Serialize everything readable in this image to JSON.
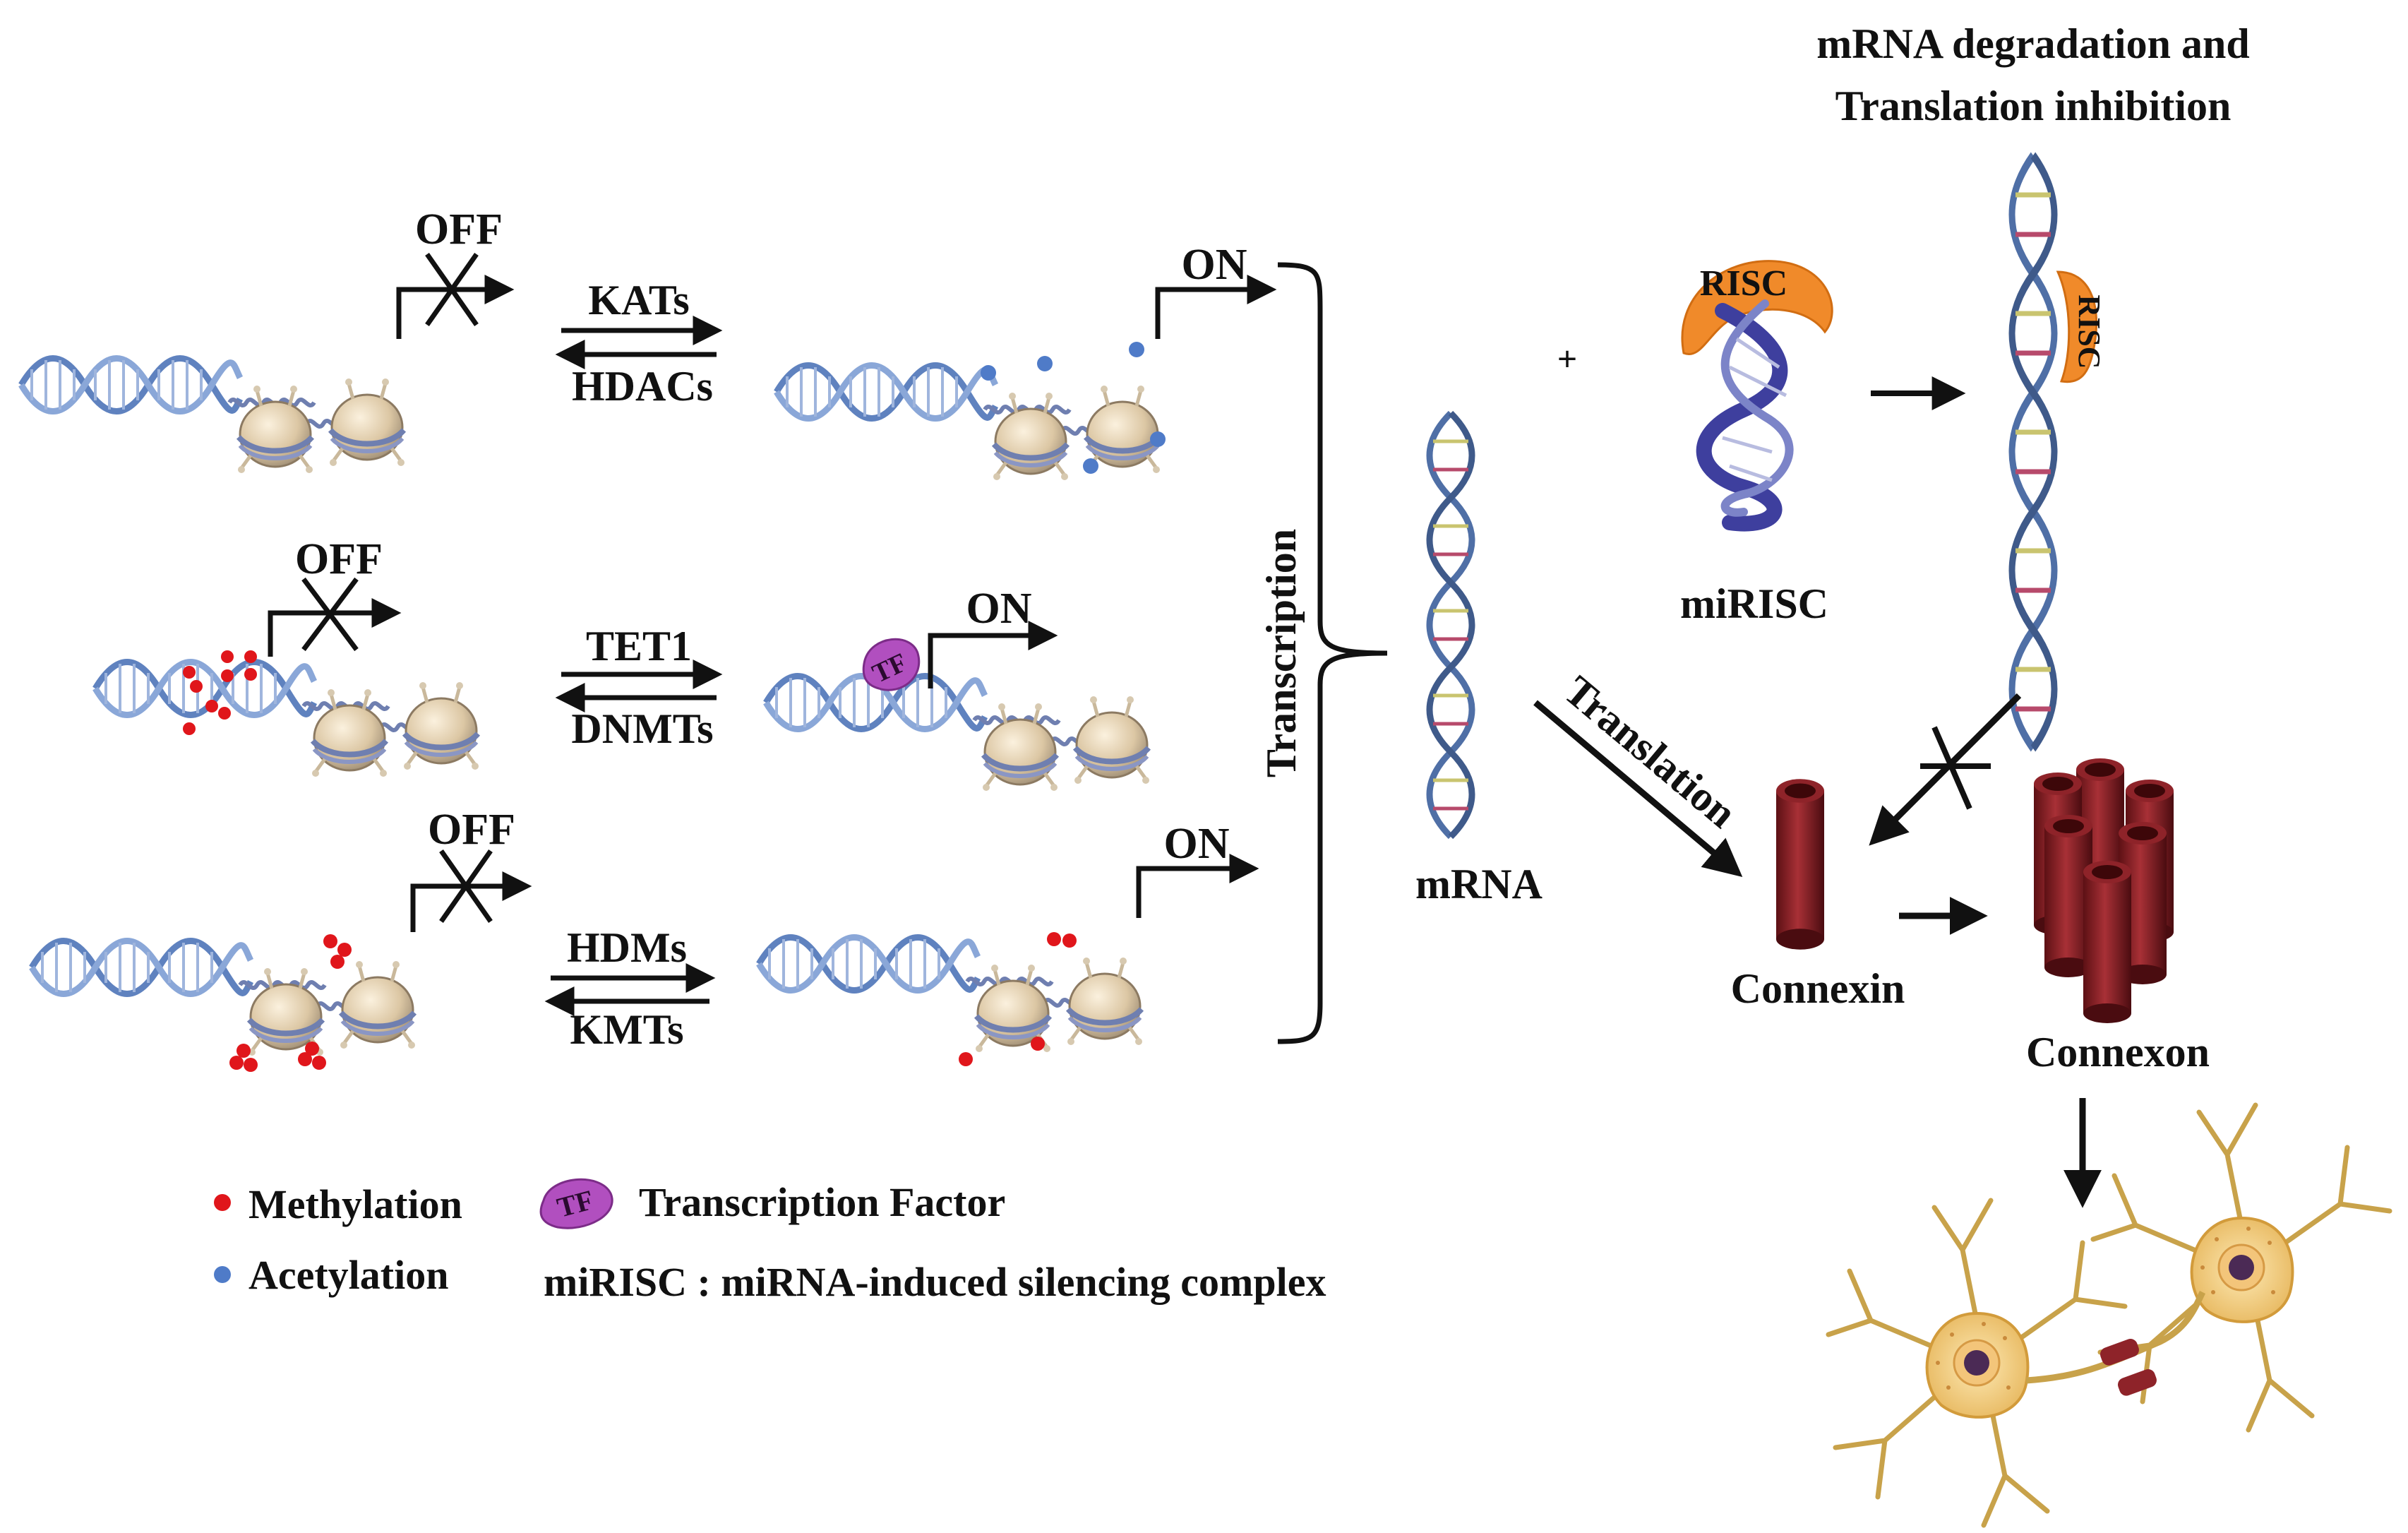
{
  "labels": {
    "off": "OFF",
    "on": "ON",
    "row1_forward": "KATs",
    "row1_reverse": "HDACs",
    "row2_forward": "TET1",
    "row2_reverse": "DNMTs",
    "row3_forward": "HDMs",
    "row3_reverse": "KMTs",
    "transcription": "Transcription",
    "mrna": "mRNA",
    "plus": "+",
    "risc": "RISC",
    "mirisc": "miRISC",
    "degradation_title_line1": "mRNA degradation and",
    "degradation_title_line2": "Translation inhibition",
    "translation": "Translation",
    "connexin": "Connexin",
    "connexon": "Connexon",
    "tf": "TF"
  },
  "legend": {
    "methylation": "Methylation",
    "acetylation": "Acetylation",
    "tf_badge": "TF",
    "transcription_factor": "Transcription Factor",
    "mirisc_definition": "miRISC : miRNA-induced silencing complex"
  },
  "colors": {
    "dna_blue": "#5f82bf",
    "histone_tan": "#d9c3a0",
    "methylation_red": "#e0161b",
    "acetylation_blue": "#4f7bc8",
    "tf_purple": "#b14fbf",
    "risc_orange": "#f08a2a",
    "connexin_red": "#7a1b1f",
    "neuron_yellow": "#f4d27a"
  }
}
